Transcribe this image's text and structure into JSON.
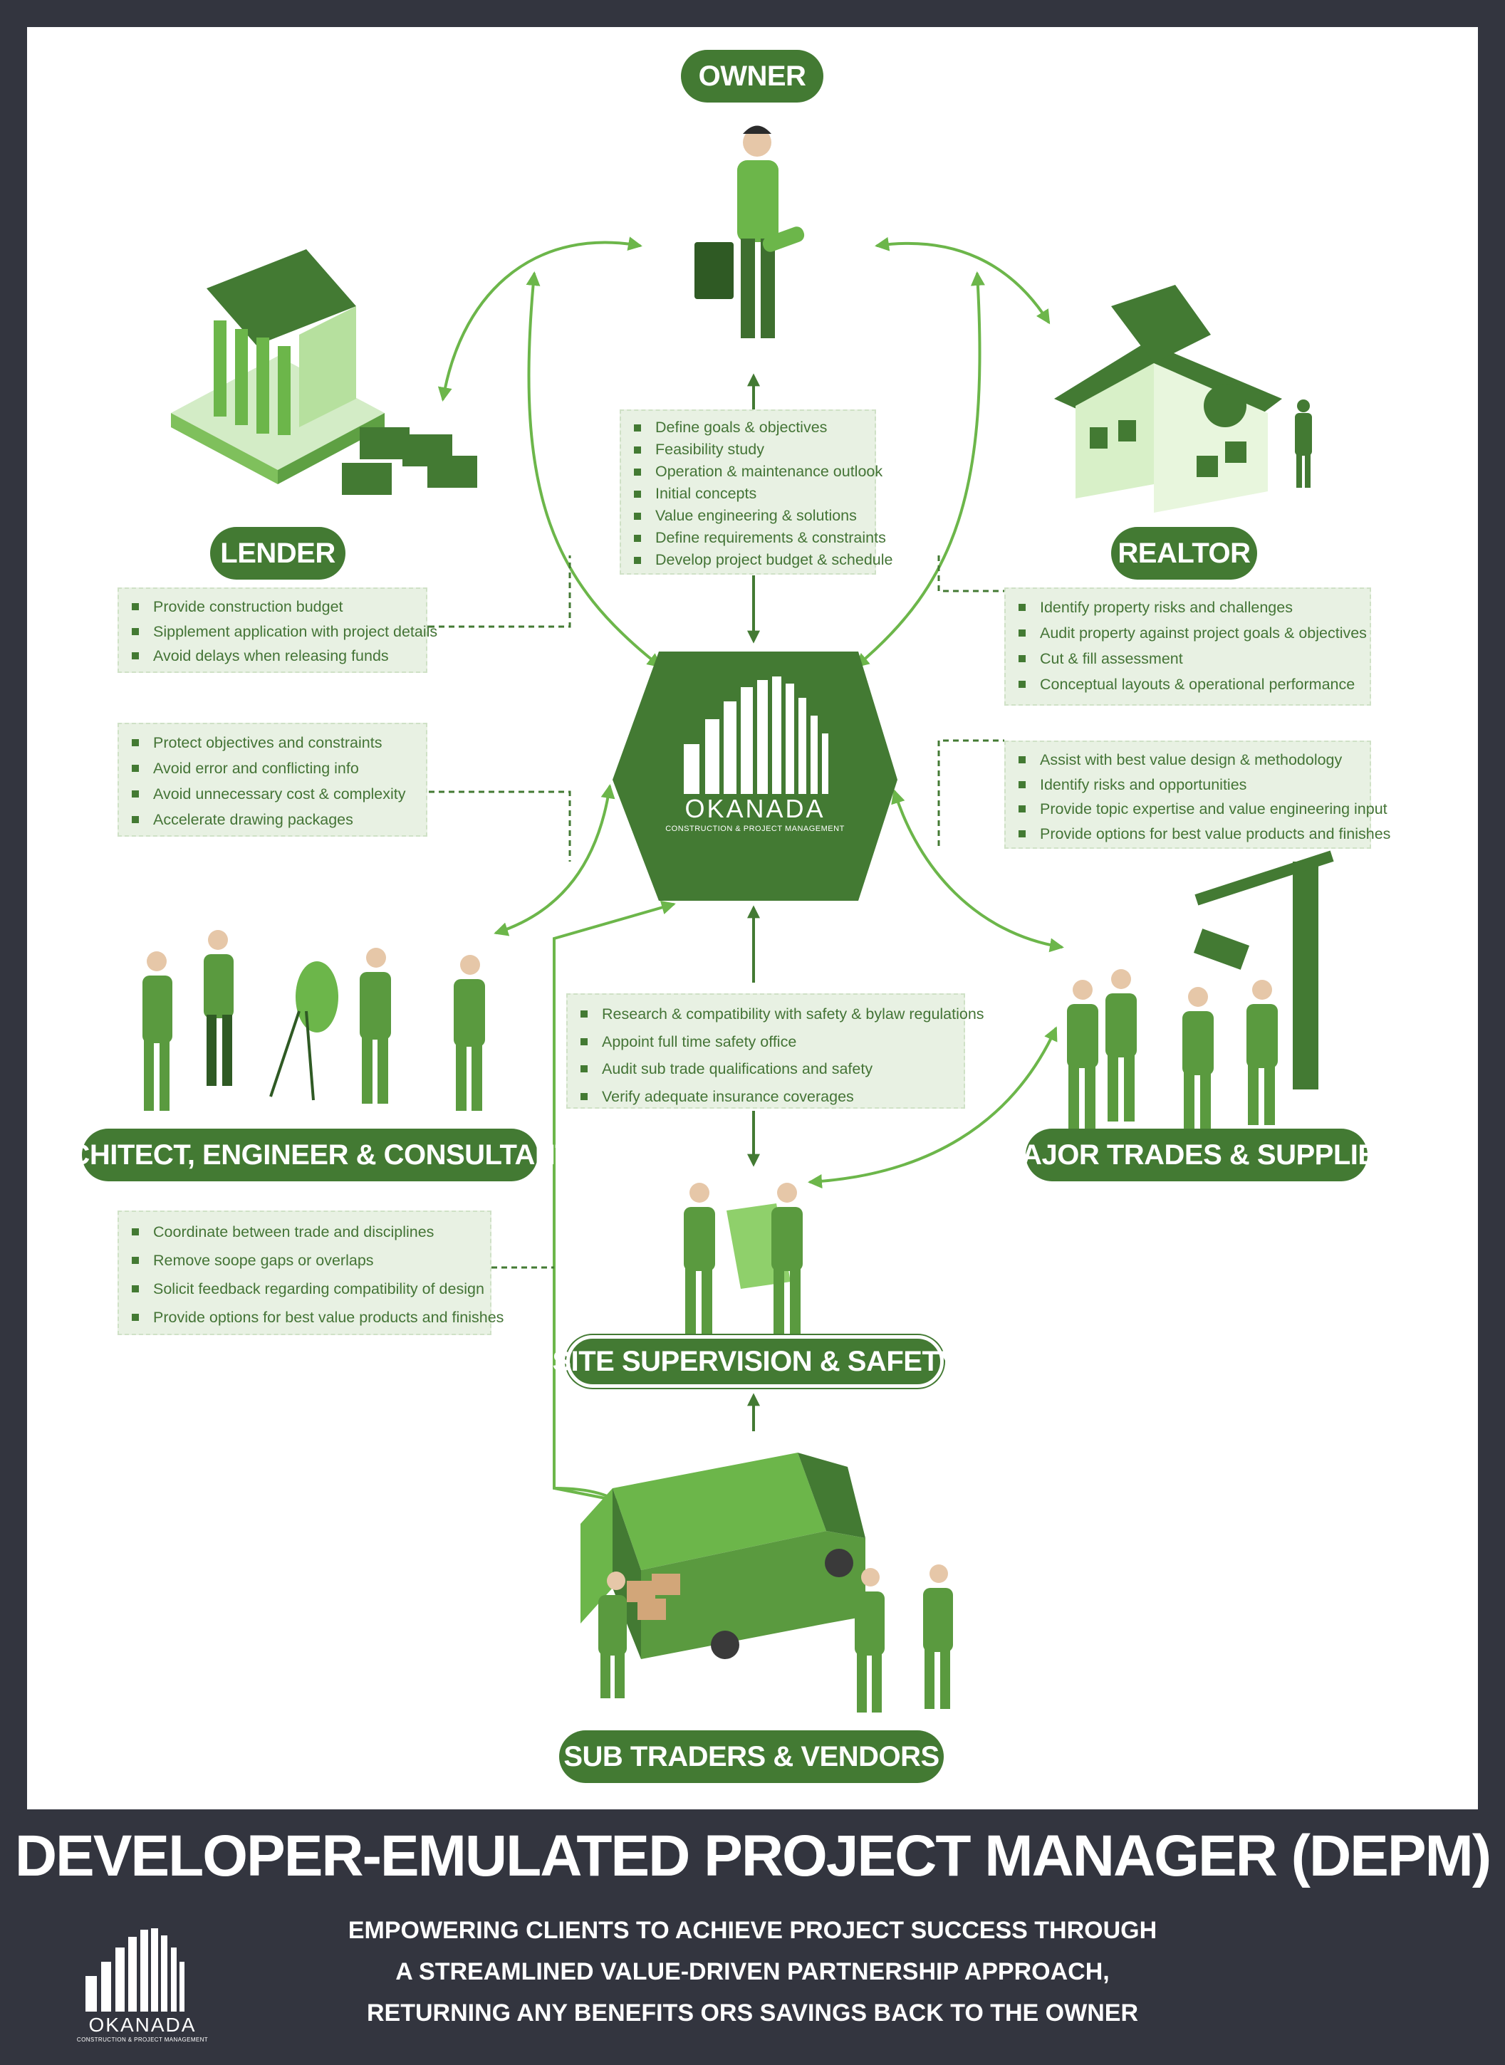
{
  "brand": {
    "name": "OKANADA",
    "subtitle": "CONSTRUCTION & PROJECT MANAGEMENT"
  },
  "colors": {
    "background": "#33353f",
    "panel": "#ffffff",
    "primary_green": "#437a33",
    "light_green": "#6cb64a",
    "pale_green": "#e8f1e3",
    "text_green": "#447436"
  },
  "nodes": {
    "owner": {
      "label": "OWNER",
      "icon": "businessman-icon",
      "items": [
        "Define goals & objectives",
        "Feasibility study",
        "Operation & maintenance outlook",
        "Initial concepts",
        "Value engineering & solutions",
        "Define requirements & constraints",
        "Develop project budget & schedule"
      ]
    },
    "lender": {
      "label": "LENDER",
      "icon": "bank-icon",
      "items": [
        "Provide construction budget",
        "Sipplement application with project details",
        "Avoid delays when releasing funds"
      ]
    },
    "realtor": {
      "label": "REALTOR",
      "icon": "house-icon",
      "items": [
        "Identify property risks and challenges",
        "Audit property against project goals & objectives",
        "Cut & fill assessment",
        "Conceptual layouts & operational performance"
      ]
    },
    "architect": {
      "label": "ARCHITECT, ENGINEER & CONSULTANTS",
      "icon": "consultants-group-icon",
      "items_top": [
        "Protect objectives and constraints",
        "Avoid error and conflicting info",
        "Avoid unnecessary cost & complexity",
        "Accelerate drawing packages"
      ],
      "items_bottom": [
        "Coordinate between trade and disciplines",
        "Remove soope gaps or overlaps",
        "Solicit feedback regarding compatibility of design",
        "Provide options for best value products and finishes"
      ]
    },
    "major_trades": {
      "label": "MAJOR TRADES & SUPPLIES",
      "icon": "crane-workers-icon",
      "items": [
        "Assist with best value design & methodology",
        "Identify risks and opportunities",
        "Provide topic expertise and value engineering input",
        "Provide options for best value products and finishes"
      ]
    },
    "site_supervision": {
      "label": "SITE SUPERVISION & SAFETY",
      "icon": "supervisors-icon",
      "items": [
        "Research & compatibility with safety & bylaw regulations",
        "Appoint full time safety office",
        "Audit sub trade qualifications and safety",
        "Verify adequate insurance coverages"
      ]
    },
    "sub_traders": {
      "label": "SUB TRADERS & VENDORS",
      "icon": "delivery-truck-icon"
    }
  },
  "footer": {
    "title": "DEVELOPER-EMULATED PROJECT MANAGER (DEPM)",
    "tagline_lines": [
      "EMPOWERING CLIENTS TO ACHIEVE PROJECT SUCCESS THROUGH",
      "A STREAMLINED VALUE-DRIVEN PARTNERSHIP APPROACH,",
      "RETURNING ANY BENEFITS ORS SAVINGS BACK TO THE OWNER"
    ]
  }
}
